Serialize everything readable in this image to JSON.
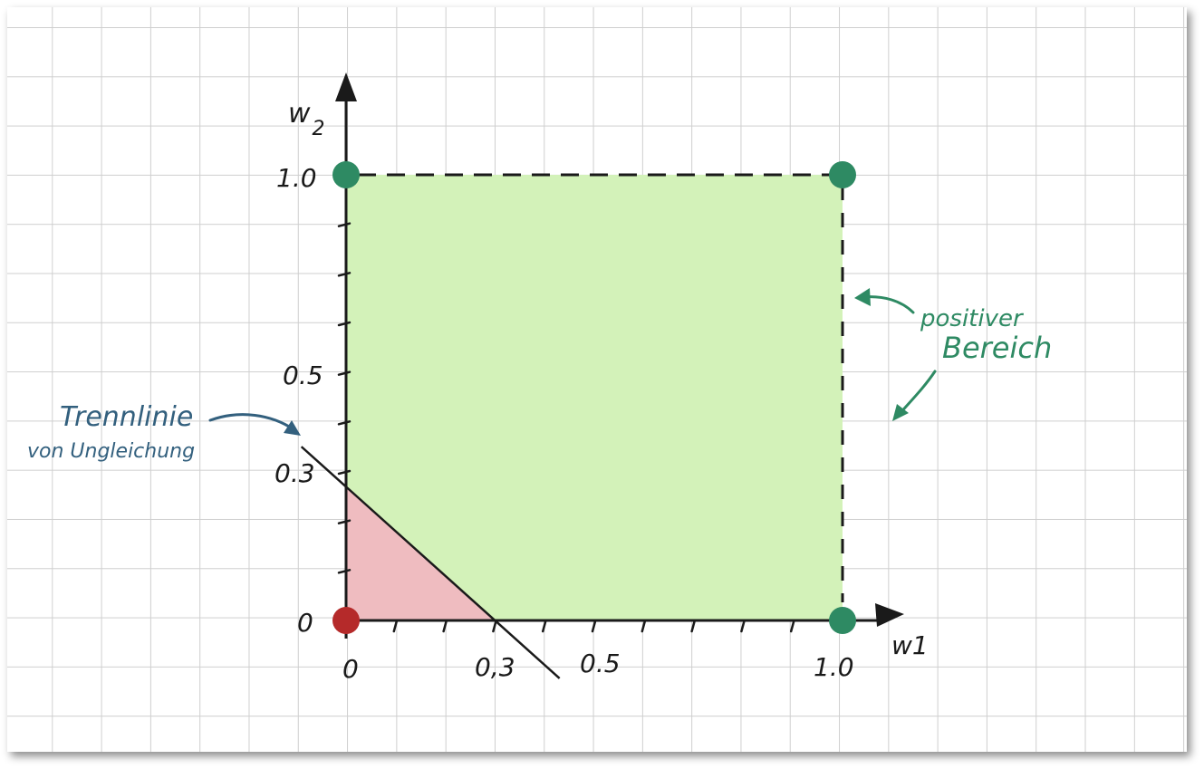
{
  "axes": {
    "y_label": "w",
    "y_label_sub": "2",
    "x_label": "w1",
    "y_ticks": [
      "1.0",
      "0.5",
      "0.3",
      "0"
    ],
    "x_ticks": [
      "0",
      "0,3",
      "0.5",
      "1.0"
    ]
  },
  "annotations": {
    "line_label_1": "Trennlinie",
    "line_label_2": "von Ungleichung",
    "region_label_1": "positiver",
    "region_label_2": "Bereich"
  },
  "colors": {
    "positive_region": "#d3f2b9",
    "negative_region": "#efbcc0",
    "positive_point": "#2e8a63",
    "negative_point": "#b52a2a",
    "annotation_blue": "#33607e",
    "annotation_green": "#2e8a63",
    "ink": "#1a1a1a"
  },
  "chart_data": {
    "type": "scatter",
    "xlim": [
      0,
      1
    ],
    "ylim": [
      0,
      1
    ],
    "points": [
      {
        "x": 0,
        "y": 0,
        "class": "negative"
      },
      {
        "x": 1,
        "y": 0,
        "class": "positive"
      },
      {
        "x": 0,
        "y": 1,
        "class": "positive"
      },
      {
        "x": 1,
        "y": 1,
        "class": "positive"
      }
    ],
    "separating_line": {
      "x_intercept": 0.3,
      "y_intercept": 0.3
    }
  }
}
